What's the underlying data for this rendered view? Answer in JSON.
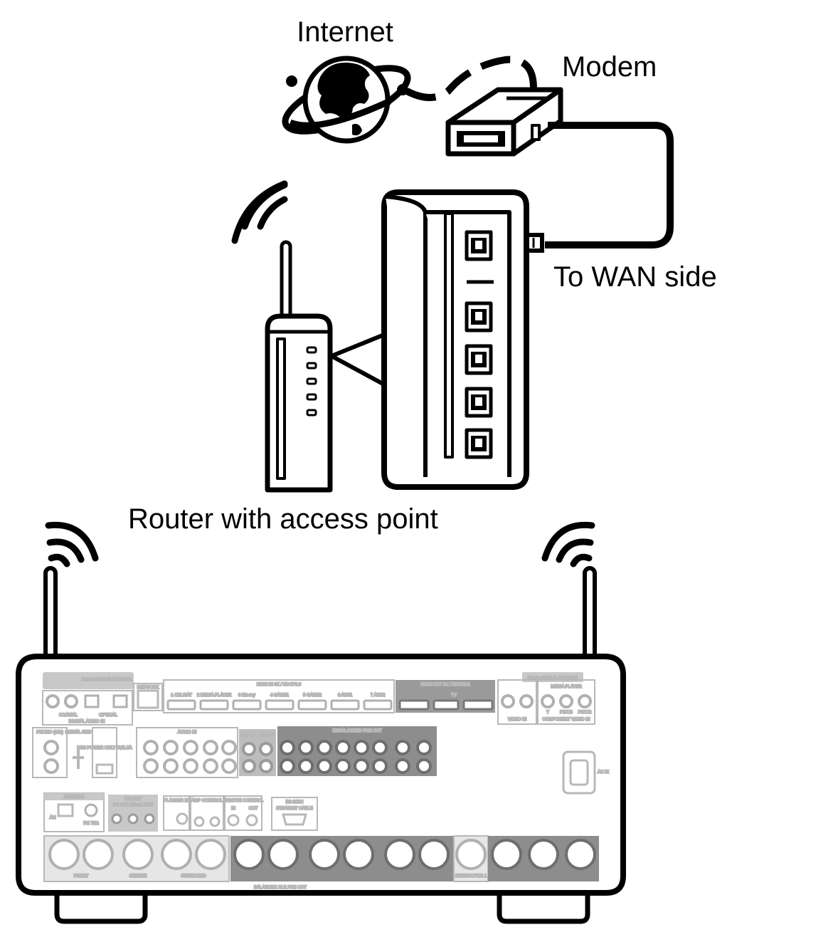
{
  "labels": {
    "internet": "Internet",
    "modem": "Modem",
    "wan": "To WAN side",
    "router": "Router with access point"
  },
  "panel_text": {
    "bt_left": "Bluetooth/Wi-Fi ANTENNA",
    "bt_right": "Bluetooth/Wi-Fi ANTENNA",
    "network": "NETWORK",
    "hdmi_in": "HDMI IN 8K / HDCP2.3",
    "hdmi_inputs": [
      "1 CBL/SAT",
      "2 MEDIA PLAYER",
      "3 Blu-ray",
      "4 GAME1",
      "5 GAME2",
      "6 AUX1",
      "7 AUX2"
    ],
    "hdmi_out": "HDMI OUT 8K / HDCP2.3",
    "tv": "TV",
    "digital_audio_in": "DIGITAL AUDIO IN",
    "coaxial": "COAXIAL",
    "optical": "OPTICAL",
    "video_in": "VIDEO IN",
    "component_video_in": "COMPONENT VIDEO IN",
    "media_player": "MEDIA PLAYER",
    "component_labels": [
      "Y",
      "PB/CB",
      "PR/CR"
    ],
    "audio_in": "AUDIO IN",
    "phono": "PHONO (MM)",
    "signal_gnd": "SIGNAL GND",
    "usb": "USB POWER ONLY 5V/1.5A",
    "zone2": "ZONE2",
    "zone3": "ZONE3",
    "unbalanced_pre_out": "UNBALANCED PRE OUT",
    "ac_in": "AC IN",
    "antenna": "ANTENNA",
    "am": "AM",
    "fm": "FM 75Ω",
    "dc_out": "DC OUT",
    "dc_out_spec": "DC 12V 150mA MAX",
    "flasher_in": "FLASHER IN",
    "amp_control": "AMP CONTROL",
    "remote_control": "REMOTE CONTROL",
    "in": "IN",
    "out": "OUT",
    "rs232c": "RS-232C",
    "straight_cable": "STRAIGHT CABLE",
    "front": "FRONT",
    "center": "CENTER",
    "surround": "SURROUND",
    "subwoofer": "SUBWOOFER 1",
    "balanced_pre_out": "BALANCED XLR PRE OUT"
  }
}
